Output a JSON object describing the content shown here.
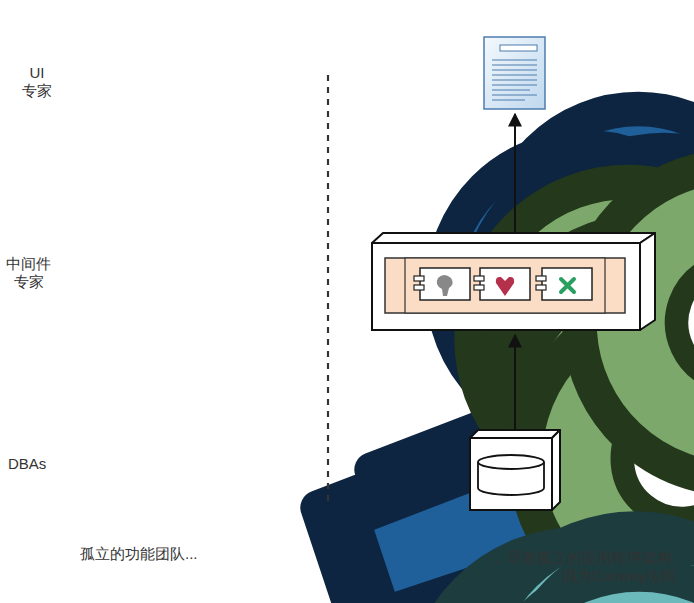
{
  "diagram": {
    "labels": [
      "UI 专家",
      "中间件 专家",
      "DBAs",
      "孤立的功能团队...",
      "... 导致孤立的应用程序架构. 因为Conway法则"
    ]
  }
}
